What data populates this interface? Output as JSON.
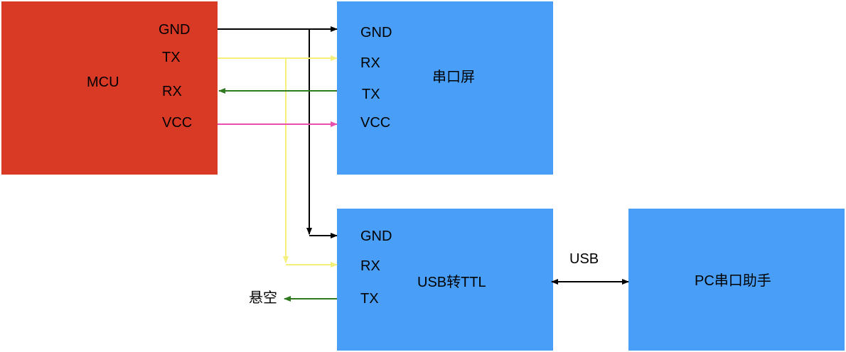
{
  "mcu": {
    "name": "MCU",
    "pins": {
      "gnd": "GND",
      "tx": "TX",
      "rx": "RX",
      "vcc": "VCC"
    }
  },
  "screen": {
    "name": "串口屏",
    "pins": {
      "gnd": "GND",
      "rx": "RX",
      "tx": "TX",
      "vcc": "VCC"
    }
  },
  "usb_ttl": {
    "name": "USB转TTL",
    "pins": {
      "gnd": "GND",
      "rx": "RX",
      "tx": "TX"
    }
  },
  "pc": {
    "name": "PC串口助手"
  },
  "labels": {
    "usb_link": "USB",
    "floating": "悬空"
  },
  "colors": {
    "mcu_fill": "#d93a26",
    "module_fill": "#499ff7",
    "gnd_wire": "#000000",
    "tx_wire": "#f5f07a",
    "rx_wire": "#2f7a1f",
    "vcc_wire": "#e94fb0"
  }
}
